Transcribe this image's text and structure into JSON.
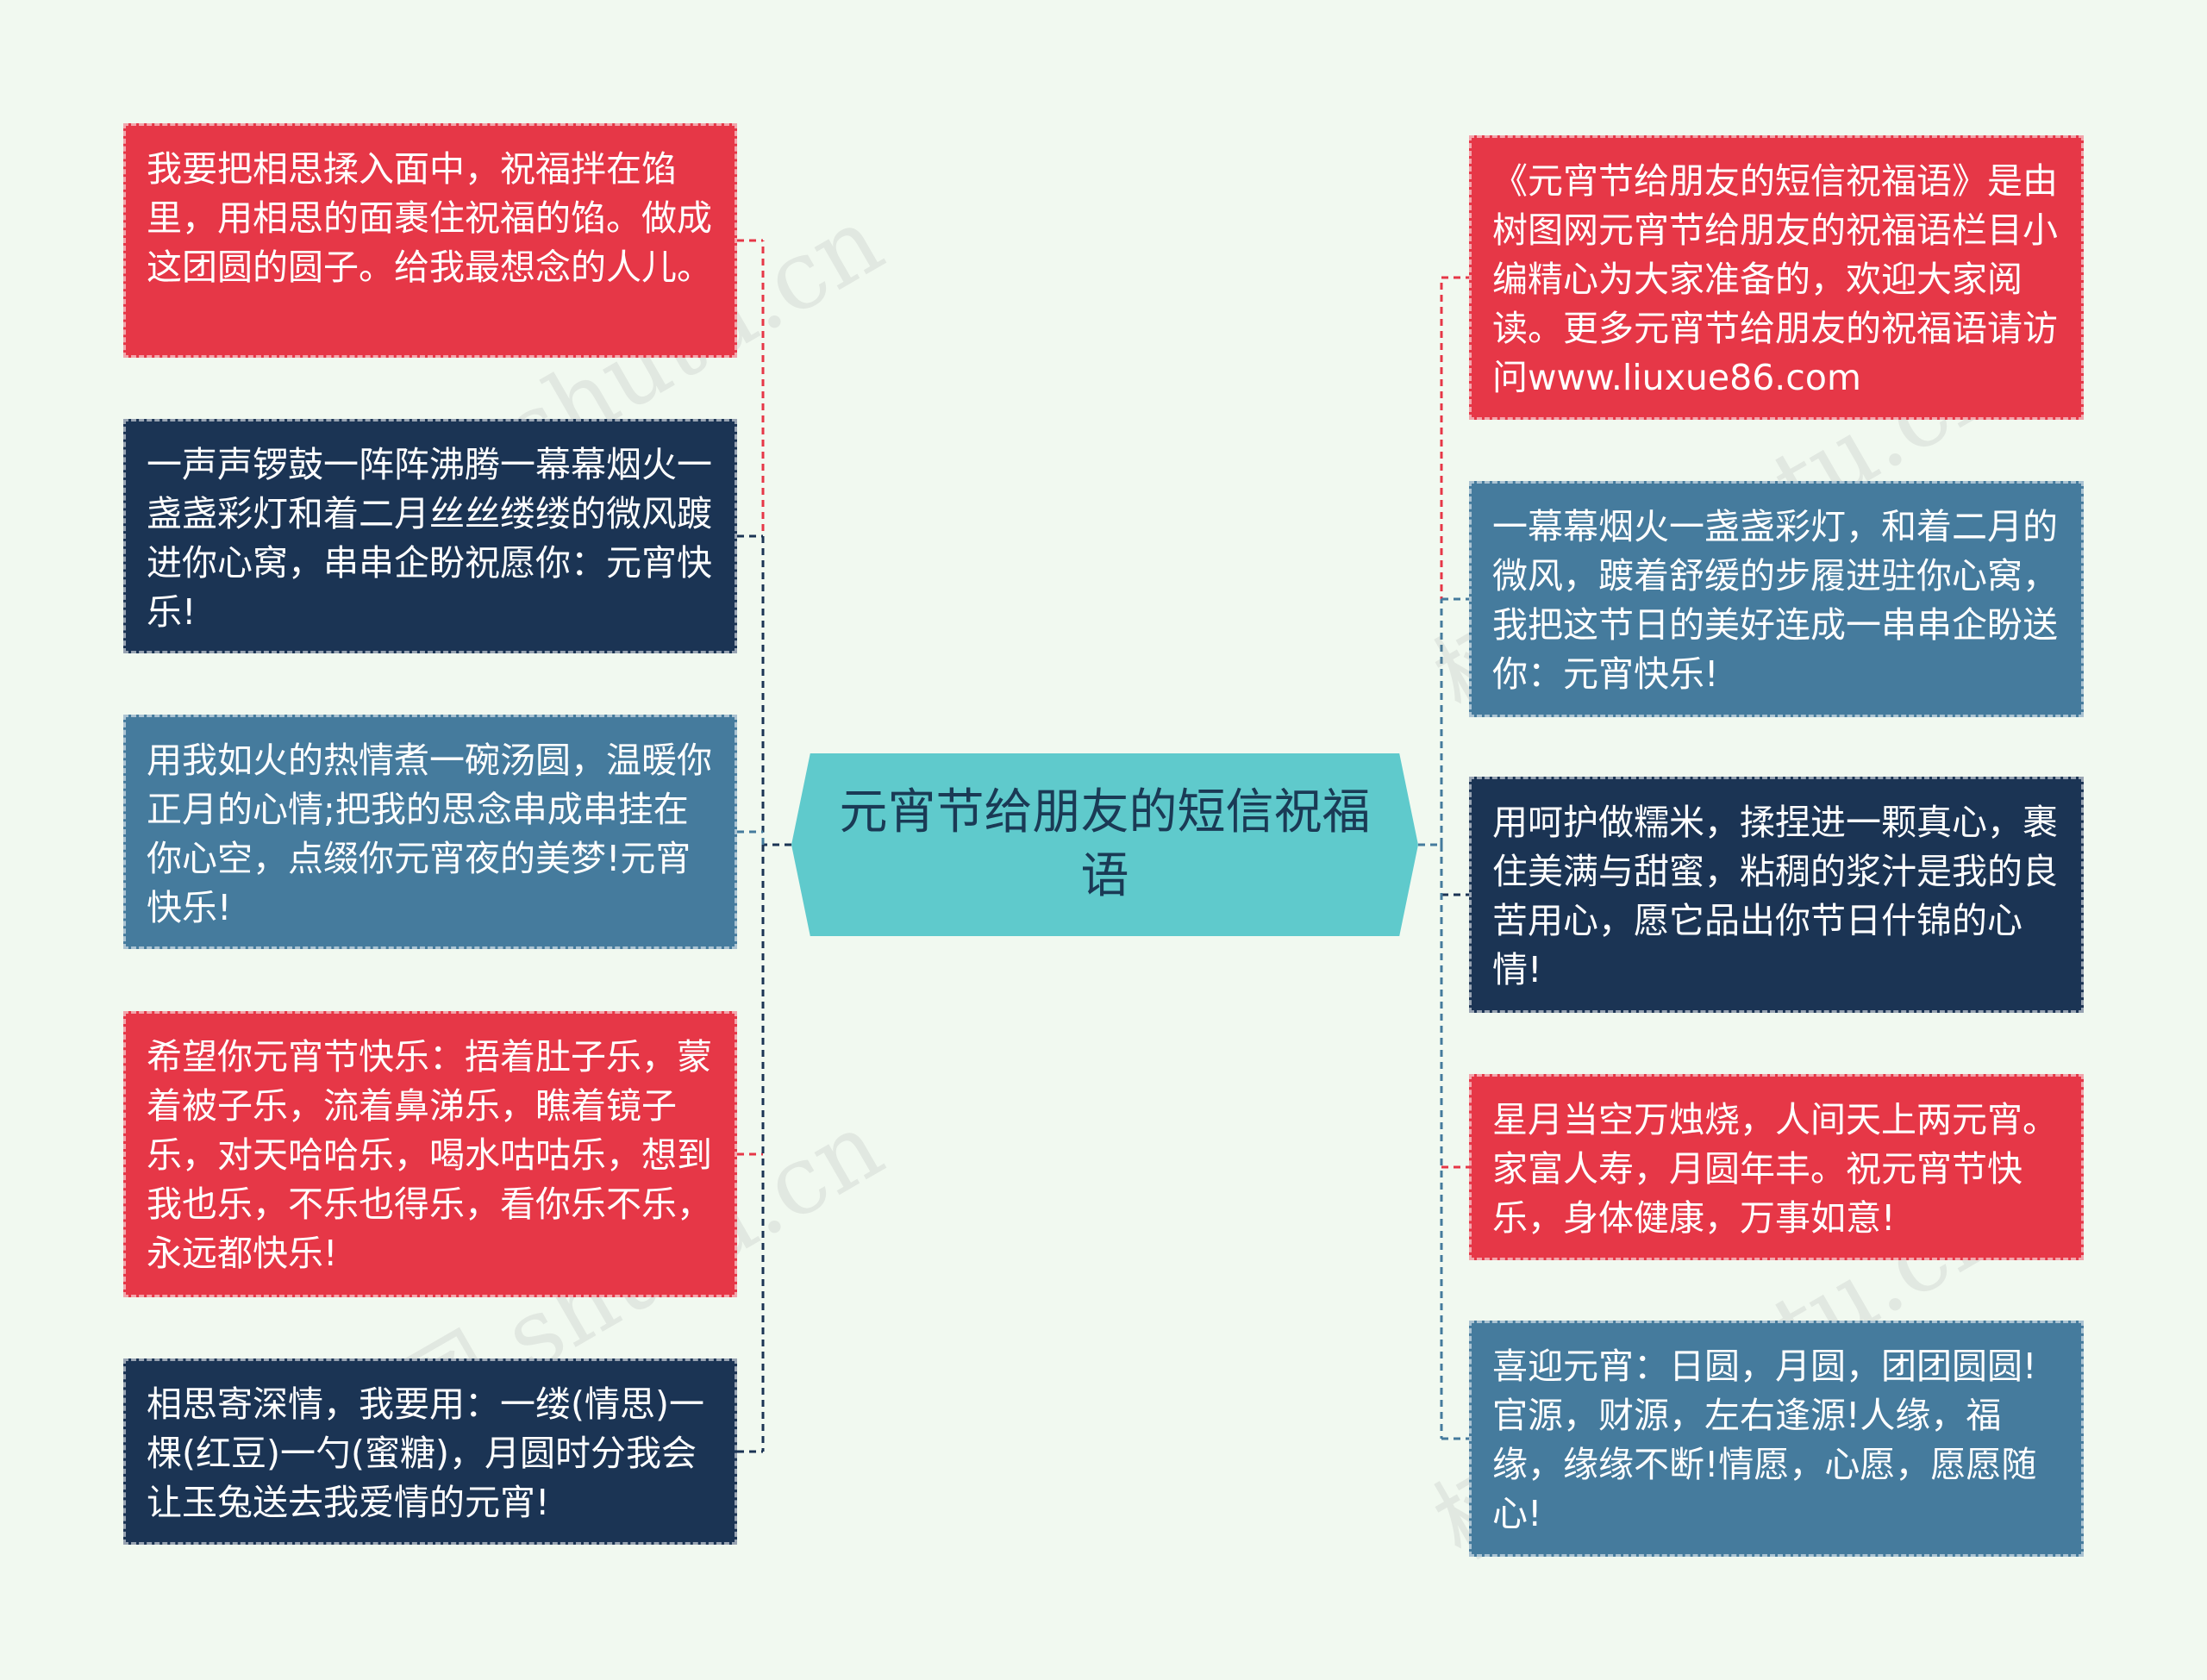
{
  "center": {
    "title": "元宵节给朋友的短信祝福语"
  },
  "left_nodes": [
    {
      "text": "我要把相思揉入面中，祝福拌在馅里，用相思的面裹住祝福的馅。做成这团圆的圆子。给我最想念的人儿。",
      "color": "#e63747"
    },
    {
      "text": "一声声锣鼓一阵阵沸腾一幕幕烟火一盏盏彩灯和着二月丝丝缕缕的微风踱进你心窝，串串企盼祝愿你：元宵快乐!",
      "color": "#1b3454"
    },
    {
      "text": "用我如火的热情煮一碗汤圆，温暖你正月的心情;把我的思念串成串挂在你心空，点缀你元宵夜的美梦!元宵快乐!",
      "color": "#457b9d"
    },
    {
      "text": "希望你元宵节快乐：捂着肚子乐，蒙着被子乐，流着鼻涕乐，瞧着镜子乐，对天哈哈乐，喝水咕咕乐，想到我也乐，不乐也得乐，看你乐不乐，永远都快乐!",
      "color": "#e63747"
    },
    {
      "text": "相思寄深情，我要用：一缕(情思)一棵(红豆)一勺(蜜糖)，月圆时分我会让玉兔送去我爱情的元宵!",
      "color": "#1b3454"
    }
  ],
  "right_nodes": [
    {
      "text": "《元宵节给朋友的短信祝福语》是由树图网元宵节给朋友的祝福语栏目小编精心为大家准备的，欢迎大家阅读。更多元宵节给朋友的祝福语请访问www.liuxue86.com",
      "color": "#e63747"
    },
    {
      "text": "一幕幕烟火一盏盏彩灯，和着二月的微风，踱着舒缓的步履进驻你心窝，我把这节日的美好连成一串串企盼送你：元宵快乐!",
      "color": "#457b9d"
    },
    {
      "text": "用呵护做糯米，揉捏进一颗真心，裹住美满与甜蜜，粘稠的浆汁是我的良苦用心，愿它品出你节日什锦的心情!",
      "color": "#1b3454"
    },
    {
      "text": "星月当空万烛烧，人间天上两元宵。家富人寿，月圆年丰。祝元宵节快乐，身体健康，万事如意!",
      "color": "#e63747"
    },
    {
      "text": "喜迎元宵：日圆，月圆，团团圆圆!官源，财源，左右逢源!人缘，福缘，缘缘不断!情愿，心愿，愿愿随心!",
      "color": "#457b9d"
    }
  ],
  "watermarks": [
    "树图 shutu.cn",
    "树图 shutu.cn",
    "树图 shutu.cn",
    "树图 shutu.cn"
  ]
}
